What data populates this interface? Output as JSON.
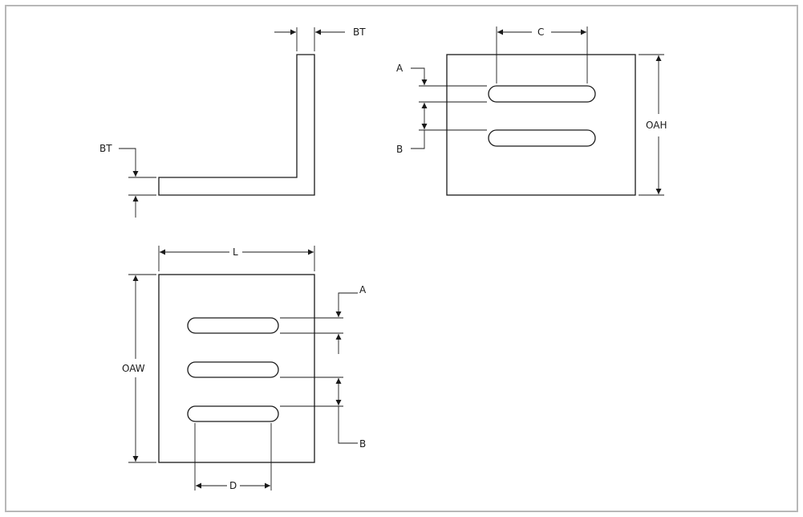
{
  "labels": {
    "bt_top": "BT",
    "bt_left": "BT",
    "c": "C",
    "a_top": "A",
    "b_top": "B",
    "oah": "OAH",
    "l": "L",
    "oaw": "OAW",
    "a_bottom": "A",
    "b_bottom": "B",
    "d": "D"
  },
  "colors": {
    "line": "#1a1a1a",
    "frame": "#b8b8b8",
    "background": "#ffffff"
  }
}
